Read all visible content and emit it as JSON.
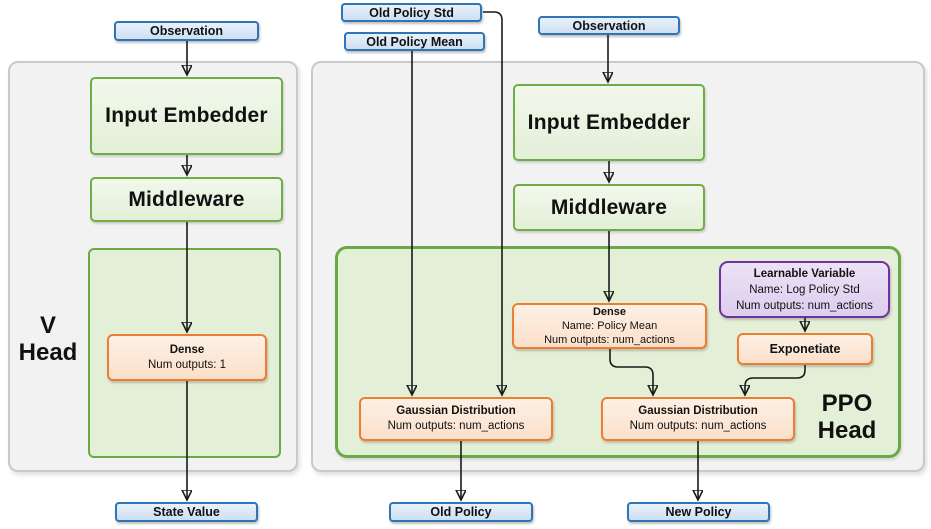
{
  "colors": {
    "blue_border": "#2E75B6",
    "blue_fill": "#DEEBF7",
    "green_border": "#70AD47",
    "green_fill": "#E3EFD7",
    "orange_border": "#ED7D31",
    "orange_fill": "#FBE5D6",
    "purple_border": "#7030A0",
    "purple_fill": "#E2D4EE",
    "panel_fill": "#F2F2F2",
    "arrow": "#1A1A1A"
  },
  "v_head": {
    "panel_label": {
      "line1": "V",
      "line2": "Head"
    },
    "observation": "Observation",
    "input_embedder": "Input Embedder",
    "middleware": "Middleware",
    "dense": {
      "title": "Dense",
      "outputs_line": "Num outputs: 1"
    },
    "state_value": "State Value"
  },
  "ppo_head": {
    "panel_label": {
      "line1": "PPO",
      "line2": "Head"
    },
    "old_policy_std": "Old Policy Std",
    "old_policy_mean": "Old Policy Mean",
    "observation": "Observation",
    "input_embedder": "Input Embedder",
    "middleware": "Middleware",
    "dense": {
      "title": "Dense",
      "name_line": "Name: Policy Mean",
      "outputs_line": "Num outputs: num_actions"
    },
    "learnable_variable": {
      "title": "Learnable Variable",
      "name_line": "Name: Log Policy Std",
      "outputs_line": "Num outputs: num_actions"
    },
    "exponetiate": "Exponetiate",
    "gaussian_distribution_old": {
      "title": "Gaussian Distribution",
      "outputs_line": "Num outputs: num_actions"
    },
    "gaussian_distribution_new": {
      "title": "Gaussian Distribution",
      "outputs_line": "Num outputs: num_actions"
    },
    "old_policy": "Old Policy",
    "new_policy": "New Policy"
  }
}
